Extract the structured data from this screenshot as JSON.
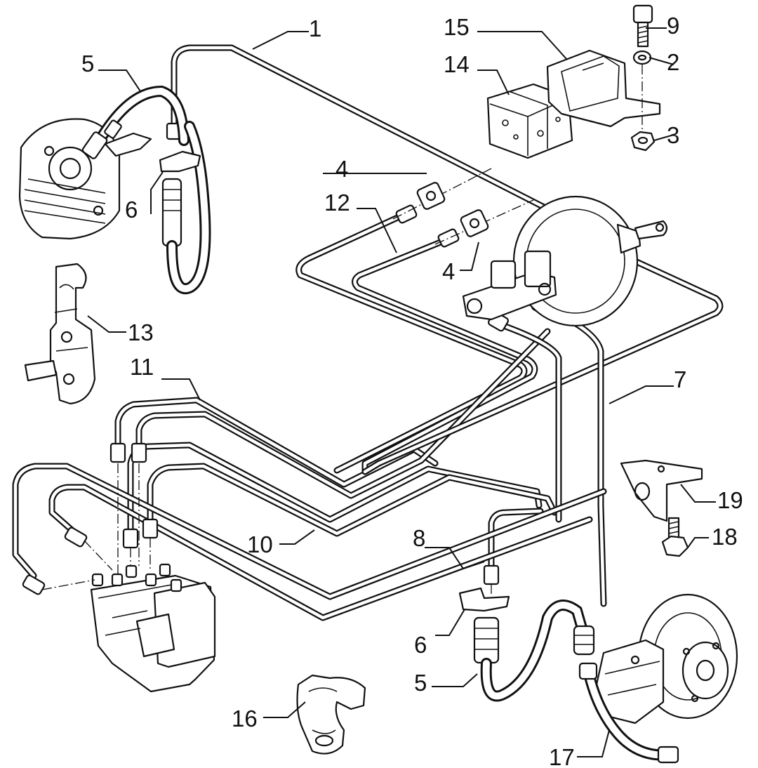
{
  "callouts": [
    {
      "id": "c1",
      "text": "1"
    },
    {
      "id": "c2",
      "text": "2"
    },
    {
      "id": "c3",
      "text": "3"
    },
    {
      "id": "c4a",
      "text": "4"
    },
    {
      "id": "c4b",
      "text": "4"
    },
    {
      "id": "c5a",
      "text": "5"
    },
    {
      "id": "c5b",
      "text": "5"
    },
    {
      "id": "c6a",
      "text": "6"
    },
    {
      "id": "c6b",
      "text": "6"
    },
    {
      "id": "c7",
      "text": "7"
    },
    {
      "id": "c8",
      "text": "8"
    },
    {
      "id": "c9",
      "text": "9"
    },
    {
      "id": "c10",
      "text": "10"
    },
    {
      "id": "c11",
      "text": "11"
    },
    {
      "id": "c12",
      "text": "12"
    },
    {
      "id": "c13",
      "text": "13"
    },
    {
      "id": "c14",
      "text": "14"
    },
    {
      "id": "c15",
      "text": "15"
    },
    {
      "id": "c16",
      "text": "16"
    },
    {
      "id": "c17",
      "text": "17"
    },
    {
      "id": "c18",
      "text": "18"
    },
    {
      "id": "c19",
      "text": "19"
    }
  ],
  "colors": {
    "ink": "#111111",
    "paper": "#ffffff"
  }
}
